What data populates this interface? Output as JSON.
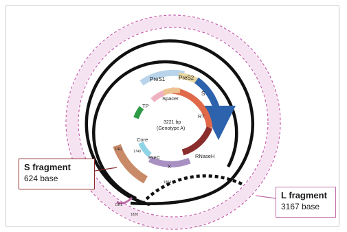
{
  "diagram": {
    "center_label_1": "3221 bp",
    "center_label_2": "(Genotype A)",
    "genes": {
      "pre_s1": "PreS1",
      "pre_s2": "PreS2",
      "s": "S",
      "rt": "RT",
      "rnaseh": "RNaseH",
      "x": "X",
      "prec": "PreC",
      "core": "Core",
      "tp": "TP",
      "spacer": "Spacer"
    },
    "small_labels": {
      "a": "DR2",
      "b": "1740",
      "c": "1804",
      "d": "DR1",
      "e": "1820"
    },
    "callouts": {
      "s_fragment": {
        "title": "S fragment",
        "size": "624 base",
        "border_color": "#8b2a2a"
      },
      "l_fragment": {
        "title": "L fragment",
        "size": "3167 base",
        "border_color": "#c06aa9"
      }
    },
    "colors": {
      "outer_ring": "#c65fae",
      "outer_band": "#f6e3f1",
      "pre_s1": "#b9d4ea",
      "pre_s2": "#e8d6a2",
      "s": "#2d63ad",
      "rt": "#e0694a",
      "rnaseh": "#8b2d2d",
      "x": "#a891c2",
      "prec": "#8fd3e6",
      "core": "#2f9a45",
      "tp": "#efb2c0",
      "spacer": "#eec393",
      "fragment_band": "#c98a68"
    }
  }
}
